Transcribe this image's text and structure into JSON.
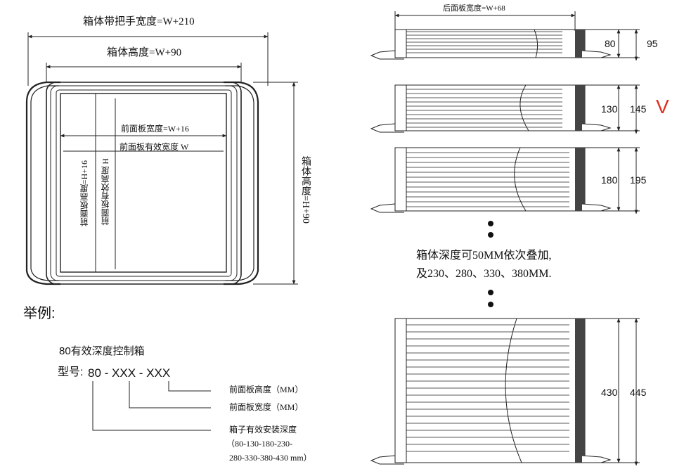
{
  "front_view": {
    "handle_width": "箱体带把手宽度=W+210",
    "box_width": "箱体高度=W+90",
    "panel_width": "前面板宽度=W+16",
    "panel_eff_width": "前面板有效宽度 W",
    "panel_height": "前面板高度=H+16",
    "panel_eff_height": "前面板有效高度 H",
    "box_height": "箱体高度=H+90"
  },
  "side_views": {
    "rear_width": "后面板宽度=W+68",
    "sizes": [
      {
        "inner": "80",
        "outer": "95"
      },
      {
        "inner": "130",
        "outer": "145"
      },
      {
        "inner": "180",
        "outer": "195"
      },
      {
        "inner": "430",
        "outer": "445"
      }
    ],
    "selected_mark": "V",
    "selected_color": "#e0301e",
    "note_line1": "箱体深度可50MM依次叠加,",
    "note_line2": "及230、280、330、380MM."
  },
  "example": {
    "title": "举例:",
    "subtitle": "80有效深度控制箱",
    "model_label": "型号:",
    "model_code": "80 - XXX - XXX",
    "legend_height": "前面板高度（MM）",
    "legend_width": "前面板宽度（MM）",
    "legend_depth": "箱子有效安装深度",
    "legend_depth_vals1": "（80-130-180-230-",
    "legend_depth_vals2": "280-330-380-430 mm）"
  }
}
